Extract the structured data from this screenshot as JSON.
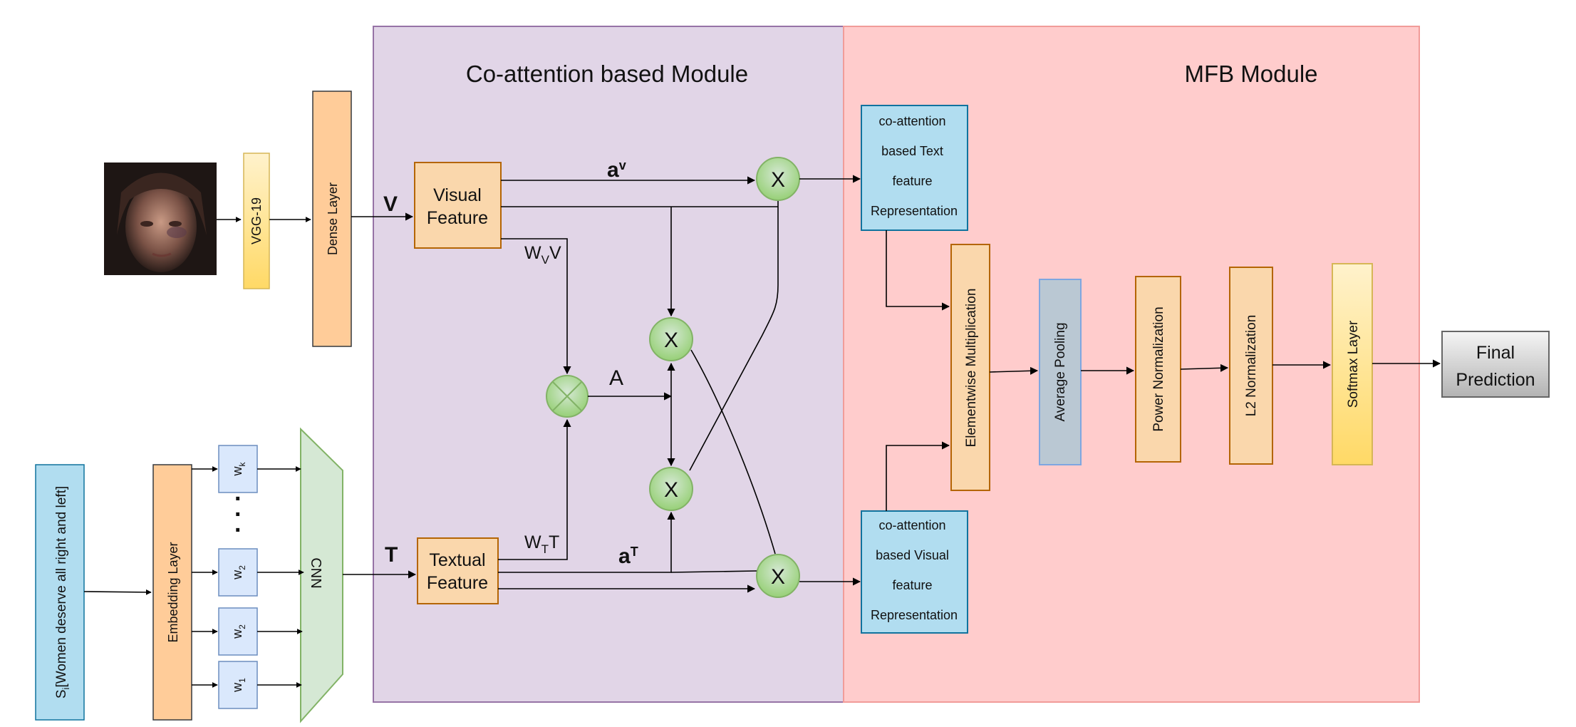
{
  "modules": {
    "coattention_title": "Co-attention based Module",
    "mfb_title": "MFB Module"
  },
  "inputs": {
    "sentence": "S",
    "sentence_sub": "i",
    "sentence_text": "[Women deserve all right and left]"
  },
  "layers": {
    "vgg": "VGG-19",
    "dense": "Dense Layer",
    "embedding": "Embedding Layer",
    "cnn": "CNN",
    "visual_feature": [
      "Visual",
      "Feature"
    ],
    "textual_feature": [
      "Textual",
      "Feature"
    ],
    "text_rep": [
      "co-attention",
      "based Text",
      "feature",
      "Representation"
    ],
    "visual_rep": [
      "co-attention",
      "based Visual",
      "feature",
      "Representation"
    ],
    "elementwise": "Elementwise Multiplication",
    "avg_pool": "Average Pooling",
    "power_norm": "Power Normalization",
    "l2_norm": "L2 Normalization",
    "softmax": "Softmax Layer",
    "final": [
      "Final",
      "Prediction"
    ]
  },
  "words": {
    "w_k": "w",
    "w_k_sub": "k",
    "w_2a": "w",
    "w_2a_sub": "2",
    "w_2b": "w",
    "w_2b_sub": "2",
    "w_1": "w",
    "w_1_sub": "1",
    "dots": "."
  },
  "edge_labels": {
    "V": "V",
    "T": "T",
    "a_v": "a",
    "a_v_sup": "v",
    "a_t": "a",
    "a_t_sup": "T",
    "A": "A",
    "wvv_w": "W",
    "wvv_sub": "V",
    "wvv_v": "V",
    "wtt_w": "W",
    "wtt_sub": "T",
    "wtt_t": "T",
    "multiply": "X"
  },
  "colors": {
    "coattention_bg": "#e1d5e7",
    "coattention_border": "#9673a6",
    "mfb_bg": "#ffcccc",
    "mfb_border": "#f19c99",
    "orange_fill": "#ffcc99",
    "orange_feature_fill": "#fad7ac",
    "orange_border": "#b46504",
    "blue_fill": "#b1ddf0",
    "blue_border": "#10739e",
    "word_fill": "#dae8fc",
    "word_border": "#6c8ebf",
    "green_fill": "#d5e8d4",
    "green_border": "#82b366",
    "node_fill": "#a9d18e",
    "grey_fill": "#c8c8c8",
    "yellow_fill": "#fff2cc",
    "yellow_border": "#d6b656"
  }
}
